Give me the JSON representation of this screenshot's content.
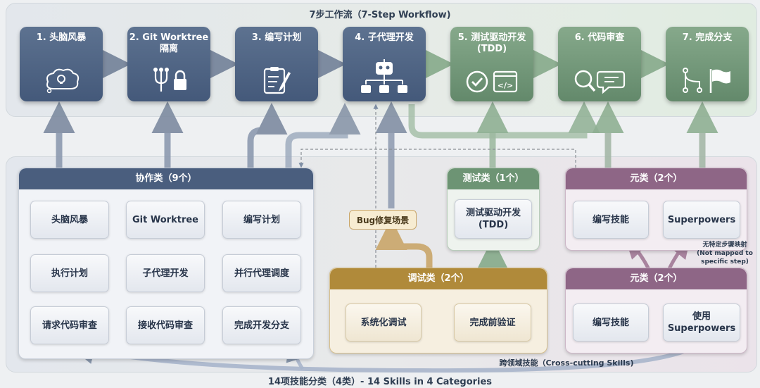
{
  "workflow": {
    "title": "7步工作流（7-Step Workflow)",
    "steps": [
      {
        "label": "1. 头脑风暴",
        "icon": "brain-lightbulb-icon"
      },
      {
        "label": "2. Git Worktree\n隔离",
        "icon": "branch-lock-icon"
      },
      {
        "label": "3. 编写计划",
        "icon": "clipboard-pencil-icon"
      },
      {
        "label": "4. 子代理开发",
        "icon": "robot-network-icon"
      },
      {
        "label": "5. 测试驱动开发\n(TDD)",
        "icon": "check-code-icon"
      },
      {
        "label": "6. 代码审查",
        "icon": "magnifier-chat-icon"
      },
      {
        "label": "7. 完成分支",
        "icon": "merge-flag-icon"
      }
    ]
  },
  "categories": {
    "collab": {
      "title": "协作类（9个）",
      "skills": [
        "头脑风暴",
        "Git Worktree",
        "编写计划",
        "执行计划",
        "子代理开发",
        "并行代理调度",
        "请求代码审查",
        "接收代码审查",
        "完成开发分支"
      ]
    },
    "test": {
      "title": "测试类（1个）",
      "skills": [
        "测试驱动开发\n(TDD)"
      ]
    },
    "debug": {
      "title": "调试类（2个）",
      "skills": [
        "系统化调试",
        "完成前验证"
      ],
      "scenario": "Bug修复场景"
    },
    "meta_top": {
      "title": "元类（2个）",
      "skills": [
        "编写技能",
        "Superpowers"
      ]
    },
    "meta_bottom": {
      "title": "元类（2个）",
      "skills": [
        "编写技能",
        "使用\nSuperpowers"
      ]
    }
  },
  "annotations": {
    "not_mapped": "无特定步骤映射\n(Not mapped to\nspecific step)",
    "cross_cutting": "跨领域技能（Cross-cutting Skills)"
  },
  "footer": {
    "title": "14项技能分类（4类）- 14 Skills in 4 Categories"
  },
  "colors": {
    "step_blue": "#4d6282",
    "step_green": "#6f9277",
    "collab_header": "#4a5e7e",
    "test_header": "#6d9474",
    "debug_header": "#b08a3a",
    "meta_header": "#8e6686"
  }
}
